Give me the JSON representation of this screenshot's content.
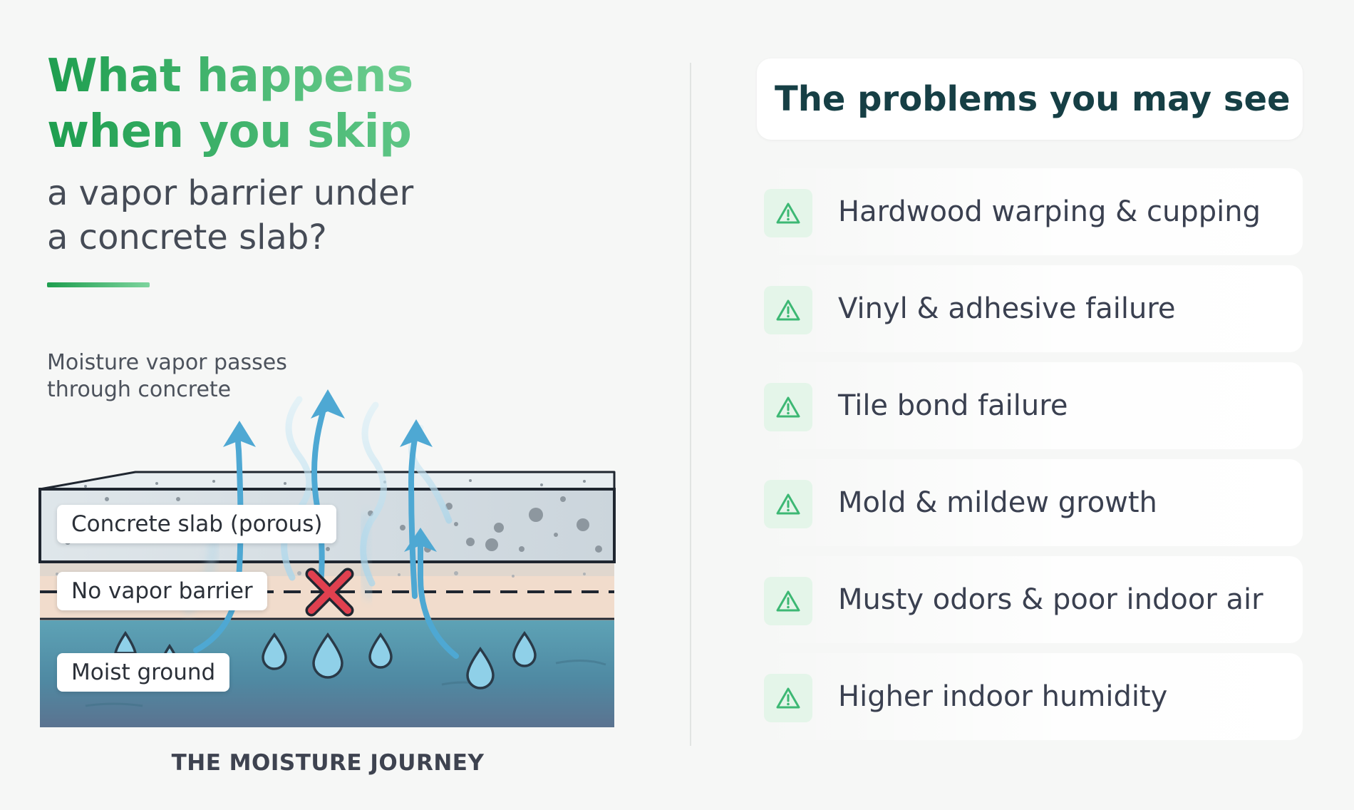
{
  "headline": {
    "line1": "What happens",
    "line2": "when you skip",
    "sub_line1": "a vapor barrier under",
    "sub_line2": "a concrete slab?"
  },
  "diagram": {
    "caption_line1": "Moisture vapor passes",
    "caption_line2": "through concrete",
    "label_slab": "Concrete slab (porous)",
    "label_barrier": "No vapor barrier",
    "label_ground": "Moist ground",
    "title": "THE MOISTURE JOURNEY"
  },
  "problems": {
    "header": "The problems you may see",
    "items": [
      {
        "label": "Hardwood warping & cupping",
        "icon": "warning-triangle-icon"
      },
      {
        "label": "Vinyl & adhesive failure",
        "icon": "warning-triangle-icon"
      },
      {
        "label": "Tile bond failure",
        "icon": "warning-triangle-icon"
      },
      {
        "label": "Mold & mildew growth",
        "icon": "warning-triangle-icon"
      },
      {
        "label": "Musty odors & poor indoor air",
        "icon": "warning-triangle-icon"
      },
      {
        "label": "Higher indoor humidity",
        "icon": "warning-triangle-icon"
      }
    ]
  },
  "colors": {
    "headline_green": "#1e9e4f",
    "header_teal": "#163f45",
    "icon_green": "#3db874",
    "icon_bg": "#e4f5e9",
    "arrow_blue": "#4ea8d3",
    "x_red": "#e0404f",
    "ground_top": "#5aa1b5",
    "ground_bottom": "#5b7592",
    "barrier_band": "#f1dccc",
    "slab_fill": "#d4dde3"
  }
}
